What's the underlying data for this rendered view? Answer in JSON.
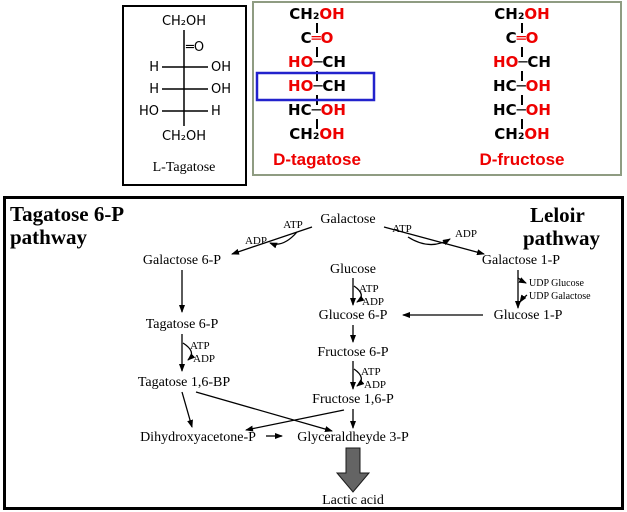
{
  "palette": {
    "red": "#ee0000",
    "highlight_box_blue": "#2222cc",
    "outer_box_border": "#8f9c82",
    "block_arrow_gray": "#646464"
  },
  "structures": {
    "l_tagatose": {
      "label": "L-Tagatose",
      "top": "CH₂OH",
      "carbonyl": "═O",
      "rows": [
        {
          "left": "H",
          "right": "OH"
        },
        {
          "left": "H",
          "right": "OH"
        },
        {
          "left": "HO",
          "right": "H"
        }
      ],
      "bottom": "CH₂OH"
    },
    "d_tagatose": {
      "label": "D-tagatose",
      "rows": [
        [
          "CH₂",
          "OH"
        ],
        [
          "C",
          "═O"
        ],
        [
          "HO",
          "─CH"
        ],
        [
          "HO",
          "─CH"
        ],
        [
          "HC─",
          "OH"
        ],
        [
          "CH₂",
          "OH"
        ]
      ]
    },
    "d_fructose": {
      "label": "D-fructose",
      "rows": [
        [
          "CH₂",
          "OH"
        ],
        [
          "C",
          "═O"
        ],
        [
          "HO",
          "─CH"
        ],
        [
          "HC─",
          "OH"
        ],
        [
          "HC─",
          "OH"
        ],
        [
          "CH₂",
          "OH"
        ]
      ]
    }
  },
  "pathway": {
    "left_title": {
      "line1": "Tagatose 6-P",
      "line2": "pathway"
    },
    "right_title": {
      "line1": "Leloir",
      "line2": "pathway"
    },
    "nodes": {
      "galactose": "Galactose",
      "galactose_6p": "Galactose 6-P",
      "galactose_1p": "Galactose 1-P",
      "glucose": "Glucose",
      "glucose_6p": "Glucose 6-P",
      "glucose_1p": "Glucose 1-P",
      "udp_glucose": "UDP Glucose",
      "udp_galactose": "UDP Galactose",
      "tagatose_6p": "Tagatose 6-P",
      "tagatose_16bp": "Tagatose 1,6-BP",
      "fructose_6p": "Fructose 6-P",
      "fructose_16p": "Fructose 1,6-P",
      "dhap": "Dihydroxyacetone-P",
      "g3p": "Glyceraldheyde 3-P",
      "lactic_acid": "Lactic acid"
    },
    "cofactors": {
      "atp": "ATP",
      "adp": "ADP"
    }
  }
}
